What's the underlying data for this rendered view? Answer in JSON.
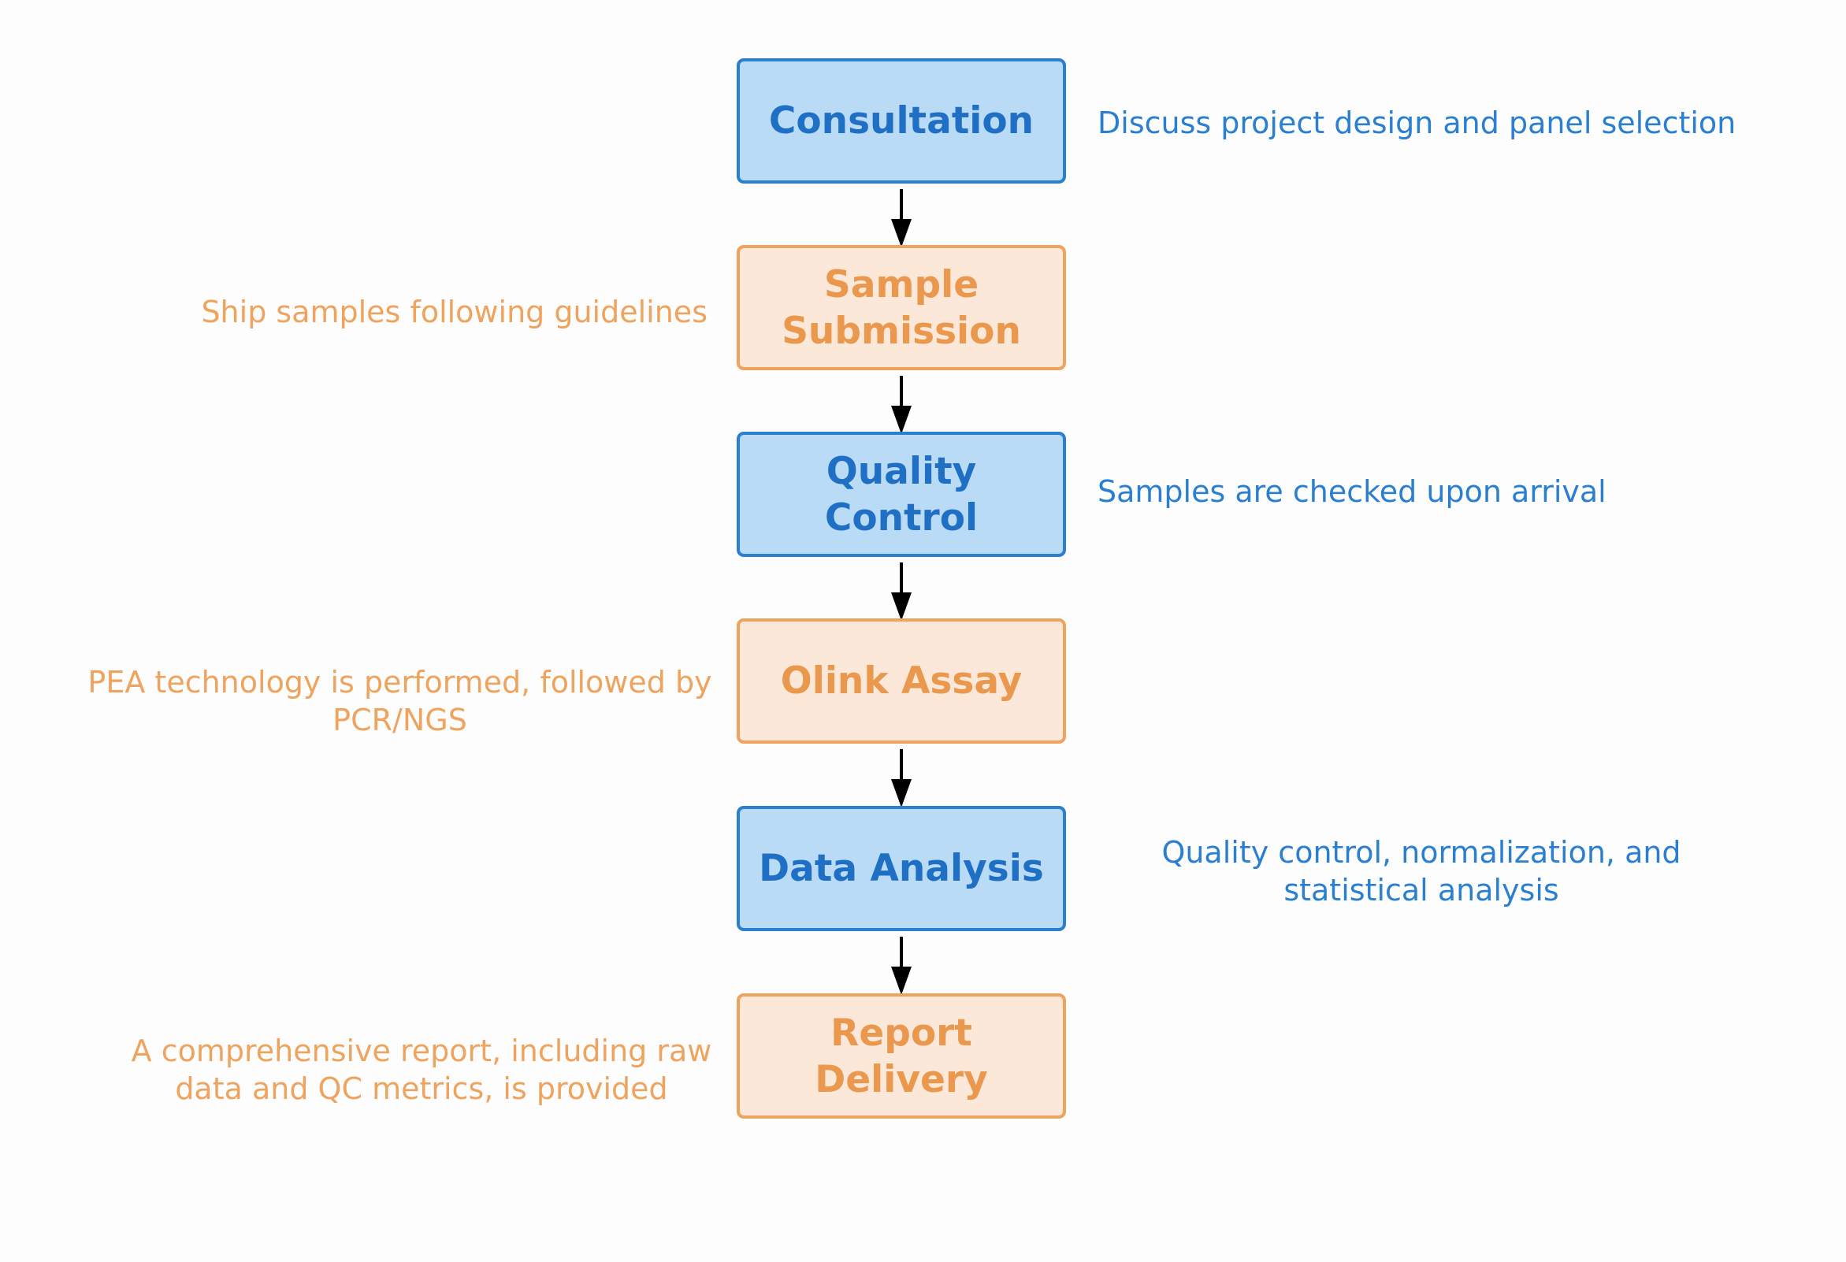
{
  "steps": [
    {
      "label": "Consultation",
      "description": "Discuss project design and panel selection",
      "color": "#2a7fd0"
    },
    {
      "label": "Sample Submission",
      "description": "Ship samples following guidelines",
      "color": "#eea45e"
    },
    {
      "label": "Quality Control",
      "description": "Samples are checked upon arrival",
      "color": "#2a7fd0"
    },
    {
      "label": "Olink Assay",
      "description": "PEA technology is performed, followed by PCR/NGS",
      "color": "#eea45e"
    },
    {
      "label": "Data Analysis",
      "description": "Quality control, normalization, and statistical analysis",
      "color": "#2a7fd0"
    },
    {
      "label": "Report Delivery",
      "description": "A comprehensive report, including raw data and QC metrics, is provided",
      "color": "#eea45e"
    }
  ],
  "colors": {
    "blue_fill": "#b9dbf5",
    "blue_stroke": "#2a7fd0",
    "orange_fill": "#fbe8d9",
    "orange_stroke": "#eea45e",
    "arrow": "#000000"
  }
}
